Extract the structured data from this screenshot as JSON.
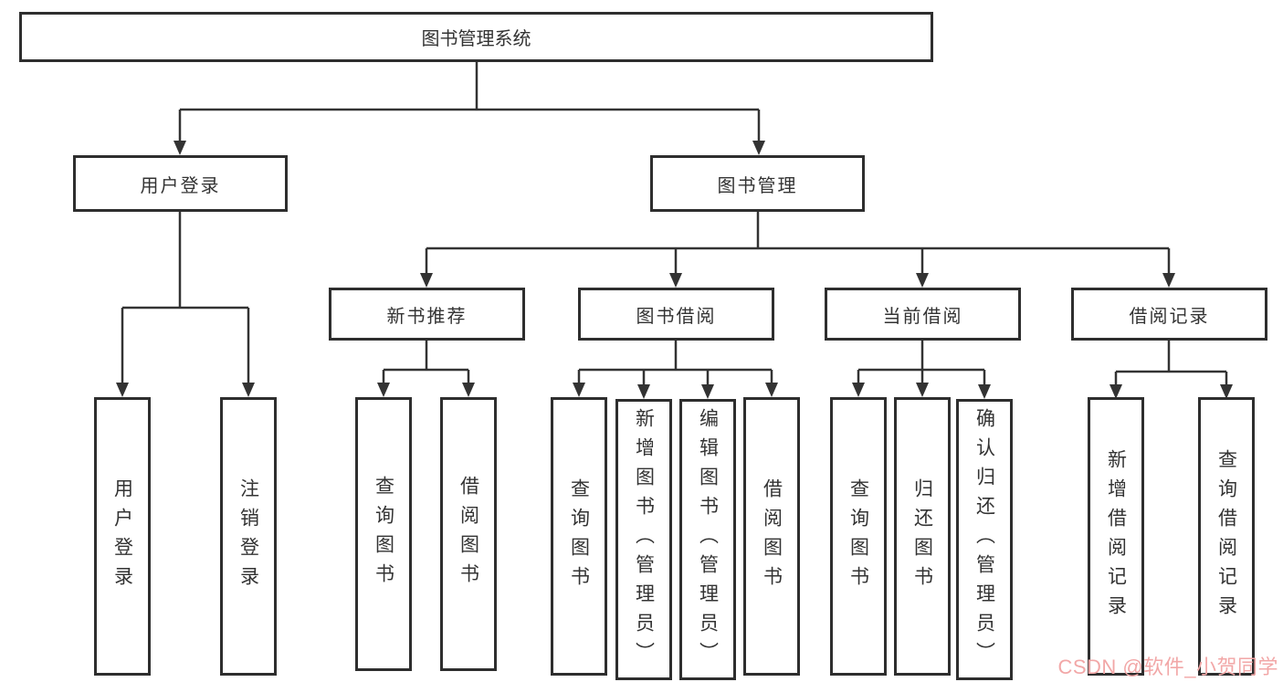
{
  "diagram": {
    "type": "hierarchy-tree",
    "root": {
      "label": "图书管理系统"
    },
    "level2": [
      {
        "id": "user-login",
        "label": "用户登录"
      },
      {
        "id": "book-management",
        "label": "图书管理"
      }
    ],
    "level3": [
      {
        "id": "new-book-recommend",
        "parent": "book-management",
        "label": "新书推荐"
      },
      {
        "id": "book-borrowing",
        "parent": "book-management",
        "label": "图书借阅"
      },
      {
        "id": "current-borrowing",
        "parent": "book-management",
        "label": "当前借阅"
      },
      {
        "id": "borrowing-records",
        "parent": "book-management",
        "label": "借阅记录"
      }
    ],
    "leaves": [
      {
        "parent": "user-login",
        "label": "用户登录"
      },
      {
        "parent": "user-login",
        "label": "注销登录"
      },
      {
        "parent": "new-book-recommend",
        "label": "查询图书"
      },
      {
        "parent": "new-book-recommend",
        "label": "借阅图书"
      },
      {
        "parent": "book-borrowing",
        "label": "查询图书"
      },
      {
        "parent": "book-borrowing",
        "label": "新增图书（管理员）"
      },
      {
        "parent": "book-borrowing",
        "label": "编辑图书（管理员）"
      },
      {
        "parent": "book-borrowing",
        "label": "借阅图书"
      },
      {
        "parent": "current-borrowing",
        "label": "查询图书"
      },
      {
        "parent": "current-borrowing",
        "label": "归还图书"
      },
      {
        "parent": "current-borrowing",
        "label": "确认归还（管理员）"
      },
      {
        "parent": "borrowing-records",
        "label": "新增借阅记录"
      },
      {
        "parent": "borrowing-records",
        "label": "查询借阅记录"
      }
    ],
    "watermark": "CSDN @软件_小贺同学",
    "colors": {
      "border": "#2e2e2e",
      "line": "#333333",
      "text": "#333333",
      "watermark": "#f2a7a7",
      "background": "#ffffff"
    }
  }
}
